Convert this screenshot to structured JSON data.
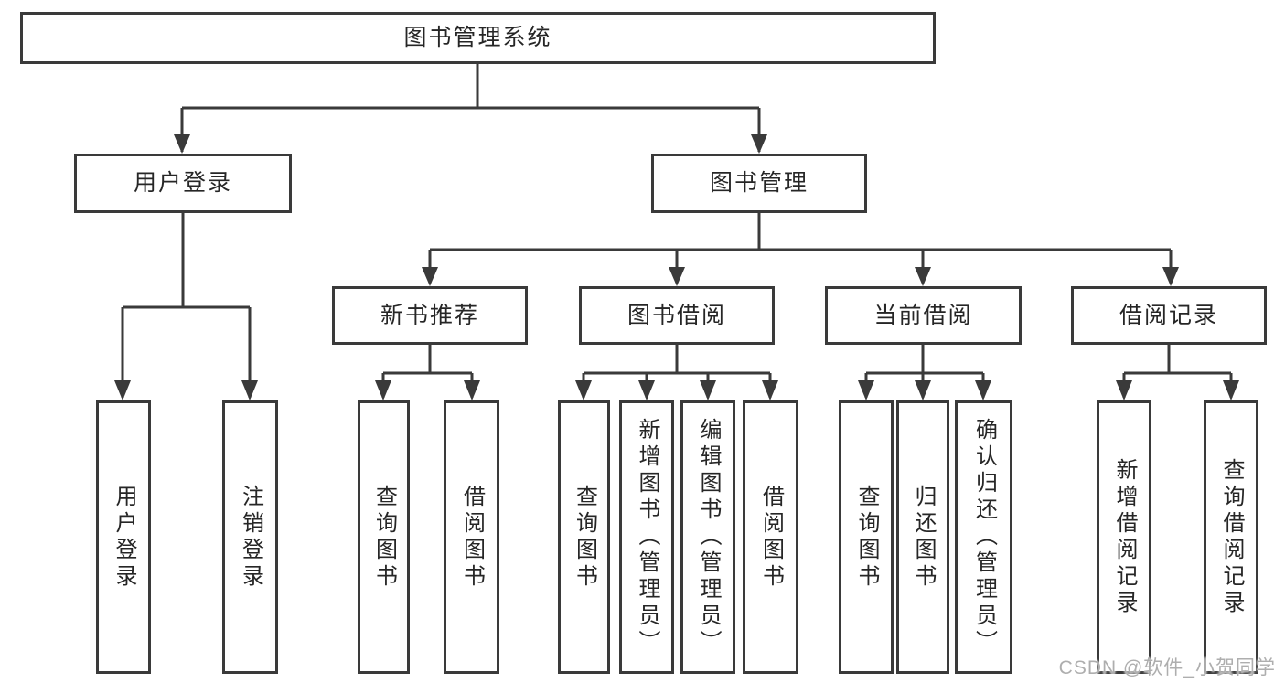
{
  "diagram": {
    "title": "图书管理系统",
    "branches": [
      {
        "label": "用户登录",
        "children": [
          {
            "label": "用户登录"
          },
          {
            "label": "注销登录"
          }
        ]
      },
      {
        "label": "图书管理",
        "children": [
          {
            "label": "新书推荐",
            "children": [
              {
                "label": "查询图书"
              },
              {
                "label": "借阅图书"
              }
            ]
          },
          {
            "label": "图书借阅",
            "children": [
              {
                "label": "查询图书"
              },
              {
                "label": "新增图书（管理员）"
              },
              {
                "label": "编辑图书（管理员）"
              },
              {
                "label": "借阅图书"
              }
            ]
          },
          {
            "label": "当前借阅",
            "children": [
              {
                "label": "查询图书"
              },
              {
                "label": "归还图书"
              },
              {
                "label": "确认归还（管理员）"
              }
            ]
          },
          {
            "label": "借阅记录",
            "children": [
              {
                "label": "新增借阅记录"
              },
              {
                "label": "查询借阅记录"
              }
            ]
          }
        ]
      }
    ]
  },
  "watermark": {
    "text": "CSDN @软件_小贺同学"
  },
  "colors": {
    "line": "#3a3a3a",
    "box_border": "#3a3a3a",
    "text": "#262626",
    "background": "#ffffff",
    "watermark": "#aeaeae"
  }
}
